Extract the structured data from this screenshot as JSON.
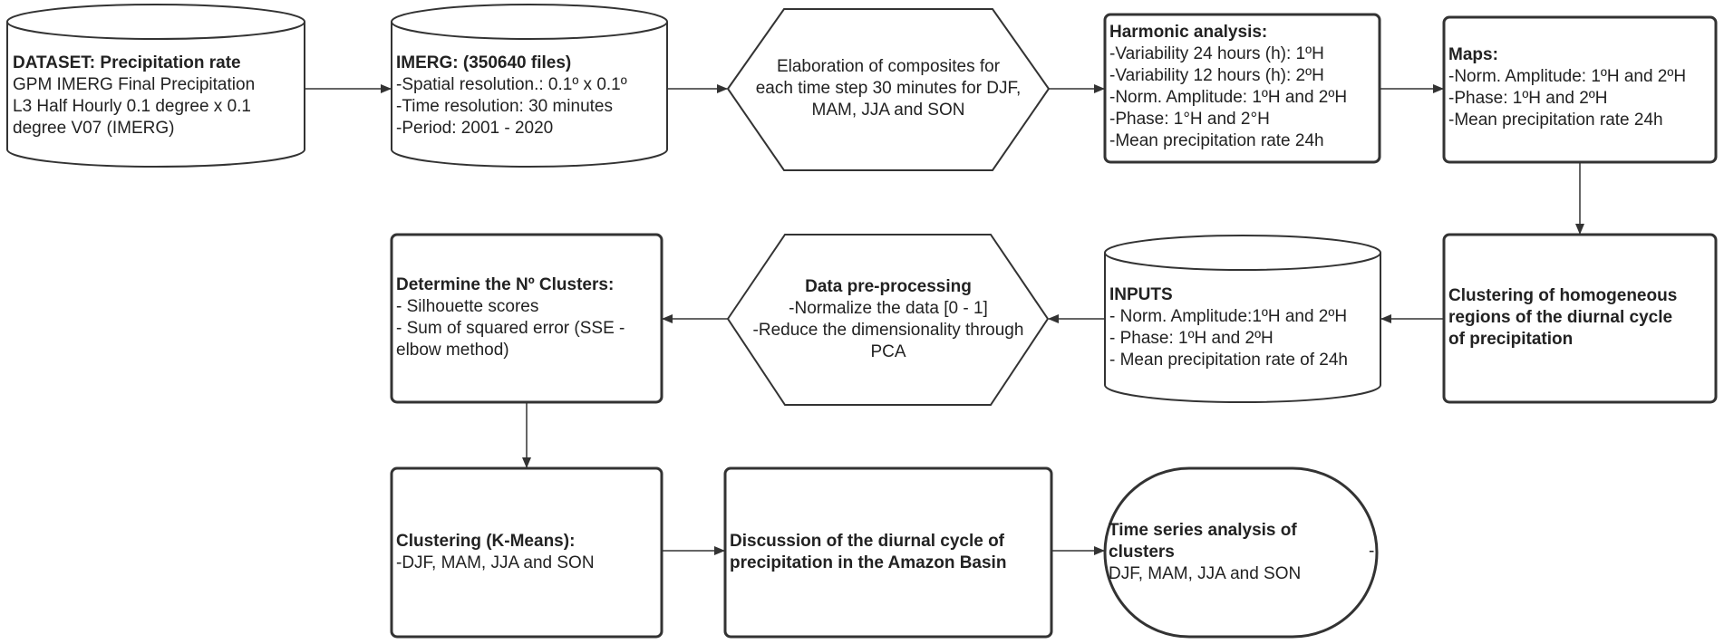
{
  "nodes": {
    "dataset": {
      "title": "DATASET: Precipitation rate",
      "lines": [
        "GPM IMERG Final Precipitation",
        "L3 Half Hourly 0.1 degree x 0.1",
        "degree V07 (IMERG)"
      ]
    },
    "imerg": {
      "title": "IMERG: (350640 files)",
      "lines": [
        "-Spatial resolution.: 0.1º x 0.1º",
        "-Time resolution: 30 minutes",
        "-Period: 2001 - 2020"
      ]
    },
    "composites": {
      "lines": [
        "Elaboration of composites for",
        "each time step 30 minutes for DJF,",
        "MAM, JJA and SON"
      ]
    },
    "harmonic": {
      "title": "Harmonic analysis:",
      "lines": [
        "-Variability 24 hours (h): 1ºH",
        "-Variability 12 hours (h): 2ºH",
        "-Norm. Amplitude: 1ºH and 2ºH",
        "-Phase: 1°H and 2°H",
        "-Mean precipitation rate 24h"
      ]
    },
    "maps": {
      "title": "Maps:",
      "lines": [
        "-Norm. Amplitude: 1ºH and 2ºH",
        "-Phase: 1ºH and 2ºH",
        "-Mean precipitation rate 24h"
      ]
    },
    "clustering_regions": {
      "title_lines": [
        "Clustering of homogeneous",
        "regions of the diurnal cycle",
        "of precipitation"
      ]
    },
    "inputs": {
      "title": "INPUTS",
      "lines": [
        "- Norm. Amplitude:1ºH and 2ºH",
        "- Phase: 1ºH and 2ºH",
        "- Mean precipitation rate of 24h"
      ]
    },
    "preprocessing": {
      "title": "Data pre-processing",
      "lines": [
        "-Normalize the data [0 - 1]",
        "-Reduce the dimensionality through",
        "PCA"
      ]
    },
    "determine_clusters": {
      "title": "Determine the Nº Clusters:",
      "lines": [
        "- Silhouette scores",
        "- Sum of squared error (SSE -",
        "elbow method)"
      ]
    },
    "kmeans": {
      "title": "Clustering (K-Means):",
      "lines": [
        "-DJF, MAM, JJA and SON"
      ]
    },
    "discussion": {
      "title_lines": [
        "Discussion of the diurnal cycle of",
        "precipitation in the Amazon Basin"
      ]
    },
    "timeseries": {
      "title_lines": [
        "Time series analysis of",
        "clusters"
      ],
      "dash": "-",
      "lines": [
        "DJF, MAM, JJA and SON"
      ]
    }
  }
}
